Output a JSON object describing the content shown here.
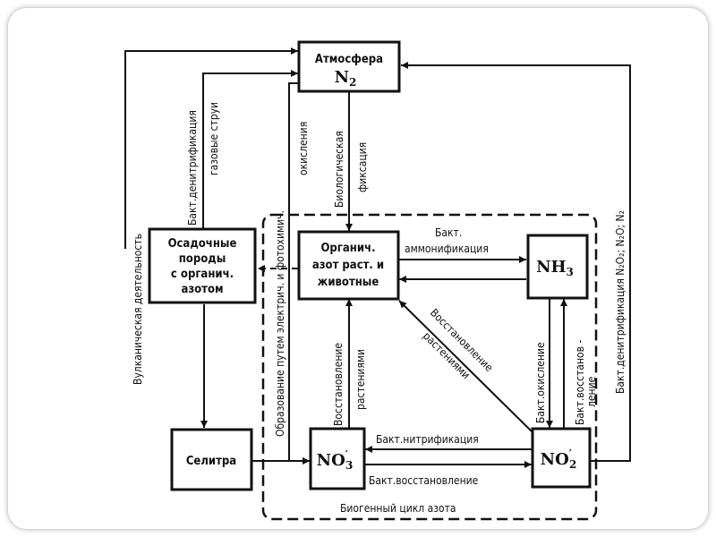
{
  "diagram": {
    "nodes": {
      "atmosphere": {
        "line1": "Атмосфера",
        "formula": "N",
        "sub": "2"
      },
      "sediments": {
        "lines": [
          "Осадочные",
          "породы",
          "с органич.",
          "азотом"
        ]
      },
      "organic": {
        "lines": [
          "Органич.",
          "азот раст. и",
          "животные"
        ]
      },
      "ammonia": {
        "formula": "NH",
        "sub": "3"
      },
      "saltpeter": {
        "label": "Селитра"
      },
      "nitrate": {
        "formula": "NO",
        "prime": "′",
        "sub": "3"
      },
      "nitrite": {
        "formula": "NO",
        "prime": "′",
        "sub": "2"
      }
    },
    "labels": {
      "volcanic": "Вулканическая деятельность",
      "denit_gas_1": "Бакт.денитрификация",
      "denit_gas_2": "газовые струи",
      "electric": "Образование путем электрич. и фотохимич.",
      "oxidation": "окисления",
      "bio_fix_1": "Биологическая",
      "bio_fix_2": "фиксация",
      "ammonification_1": "Бакт.",
      "ammonification_2": "аммонификация",
      "plant_reduction_diag_1": "Восстановление",
      "plant_reduction_diag_2": "растениями",
      "plant_reduction_vert_1": "Восстановление",
      "plant_reduction_vert_2": "растениями",
      "bact_oxidation": "Бакт.окисление",
      "bact_reduction_1": "Бакт.восстанов -",
      "bact_reduction_2": "ление",
      "denit_right": "Бакт.денитрификация N₂O₂; N₂O; N₂",
      "nitrification": "Бакт.нитрификация",
      "bact_reduction_h": "Бакт.восстановление",
      "cycle": "Биогенный цикл азота"
    }
  }
}
